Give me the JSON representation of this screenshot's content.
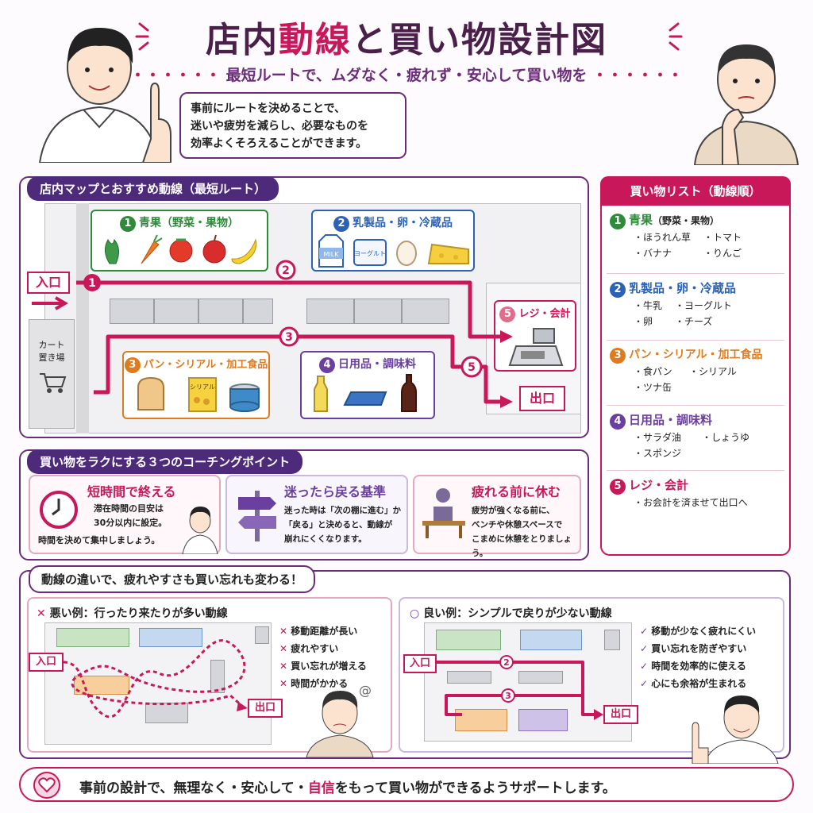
{
  "header": {
    "title_a": "店内",
    "title_b": "動線",
    "title_c": "と買い物設計図",
    "subtitle": "最短ルートで、ムダなく・疲れず・安心して買い物を",
    "bubble_lines": [
      "事前にルートを決めることで、",
      "迷いや疲労を減らし、必要なものを",
      "効率よくそろえることができます。"
    ]
  },
  "map": {
    "banner": "店内マップとおすすめ動線（最短ルート）",
    "entrance": "入口",
    "exit": "出口",
    "cart": [
      "カート",
      "置き場"
    ],
    "zones": [
      {
        "num": "1",
        "label": "青果（野菜・果物）",
        "color": "#2f8a3a"
      },
      {
        "num": "2",
        "label": "乳製品・卵・冷蔵品",
        "color": "#2c62b5"
      },
      {
        "num": "3",
        "label": "パン・シリアル・加工食品",
        "color": "#e07a1e"
      },
      {
        "num": "4",
        "label": "日用品・調味料",
        "color": "#6b3fa0"
      },
      {
        "num": "5",
        "label": "レジ・会計",
        "color": "#c8185a"
      }
    ],
    "route_nums": [
      "1",
      "2",
      "3",
      "5"
    ],
    "cereal_box": "シリアル",
    "yogurt": "ヨーグルト",
    "milk": "MILK"
  },
  "list": {
    "banner": "買い物リスト（動線順）",
    "sections": [
      {
        "num": "1",
        "title": "青果",
        "sub": "（野菜・果物）",
        "color": "#2f8a3a",
        "items": [
          "・ほうれん草",
          "・トマト",
          "・バナナ",
          "・りんご"
        ]
      },
      {
        "num": "2",
        "title": "乳製品・卵・冷蔵品",
        "sub": "",
        "color": "#2c62b5",
        "items": [
          "・牛乳",
          "・ヨーグルト",
          "・卵",
          "・チーズ"
        ]
      },
      {
        "num": "3",
        "title": "パン・シリアル・加工食品",
        "sub": "",
        "color": "#e07a1e",
        "items": [
          "・食パン",
          "・シリアル",
          "・ツナ缶",
          ""
        ]
      },
      {
        "num": "4",
        "title": "日用品・調味料",
        "sub": "",
        "color": "#6b3fa0",
        "items": [
          "・サラダ油",
          "・しょうゆ",
          "・スポンジ",
          ""
        ]
      },
      {
        "num": "5",
        "title": "レジ・会計",
        "sub": "",
        "color": "#c8185a",
        "items": [
          "・お会計を済ませて出口へ"
        ]
      }
    ]
  },
  "coaching": {
    "banner": "買い物をラクにする３つのコーチングポイント",
    "cards": [
      {
        "title": "短時間で終える",
        "lines": [
          "滞在時間の目安は",
          "30分以内に設定。",
          "時間を決めて集中しましょう。"
        ],
        "color": "#c8185a"
      },
      {
        "title": "迷ったら戻る基準",
        "lines": [
          "迷った時は「次の棚に進む」か",
          "「戻る」と決めると、動線が",
          "崩れにくくなります。"
        ],
        "color": "#6b3fa0"
      },
      {
        "title": "疲れる前に休む",
        "lines": [
          "疲労が強くなる前に、",
          "ベンチや休憩スペースで",
          "こまめに休憩をとりましょう。"
        ],
        "color": "#c8185a"
      }
    ]
  },
  "compare": {
    "banner": "動線の違いで、疲れやすさも買い忘れも変わる！",
    "bad": {
      "title": "悪い例：行ったり来たりが多い動線",
      "mark": "✕",
      "points": [
        "移動距離が長い",
        "疲れやすい",
        "買い忘れが増える",
        "時間がかかる"
      ]
    },
    "good": {
      "title": "良い例：シンプルで戻りが少ない動線",
      "mark": "○",
      "points": [
        "移動が少なく疲れにくい",
        "買い忘れを防ぎやすい",
        "時間を効率的に使える",
        "心にも余裕が生まれる"
      ]
    },
    "entrance": "入口",
    "exit": "出口",
    "good_nums": [
      "2",
      "3"
    ]
  },
  "footer": {
    "pre": "事前の設計で、無理なく・安心して・",
    "emph": "自信",
    "post": "をもって買い物ができるようサポートします。"
  }
}
